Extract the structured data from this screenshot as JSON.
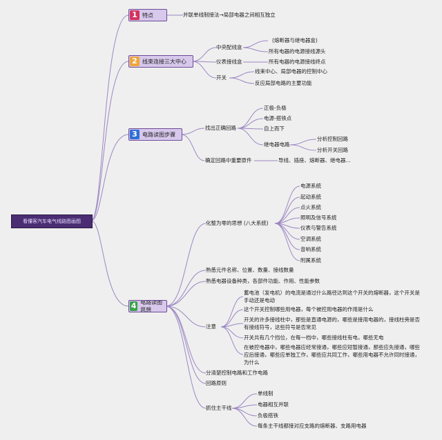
{
  "root": {
    "title": "看懂客汽车电气线路图画图"
  },
  "branches": {
    "b1": {
      "num": "1",
      "title": "特点",
      "color": "#d2335f"
    },
    "b2": {
      "num": "2",
      "title": "线束连接三大中心",
      "color": "#f0a53a"
    },
    "b3": {
      "num": "3",
      "title": "电路读图步骤",
      "color": "#2f6fd6"
    },
    "b4": {
      "num": "4",
      "title": "电路读图思想",
      "color": "#3aa24a"
    }
  },
  "nodes": {
    "n1": "并联单线制接法→局部电器之间相互独立",
    "n2": "中央配线盒",
    "n3": "(熔断器与继电器盒)",
    "n4": "所有电器的电源接线源头",
    "n5": "仪表接线盒",
    "n6": "所有电器的电源接线终点",
    "n7": "开关",
    "n8": "线束中心、局部电器的控制中心",
    "n9": "反应局部电路的主要功能",
    "n10": "找出正确回路",
    "n11": "正极-负极",
    "n12": "电源-搭铁点",
    "n13": "自上而下",
    "n14": "继电器电路",
    "n15": "分析控制回路",
    "n16": "分析开关回路",
    "n17": "确定回路中重要原件",
    "n18": "导线、插座、熔断器、继电器...",
    "n19": "化整为零的思想 (八大系统)",
    "n20": "电源系统",
    "n21": "起动系统",
    "n22": "点火系统",
    "n23": "照明及信号系统",
    "n24": "仪表与警告系统",
    "n25": "空调系统",
    "n26": "音响系统",
    "n27": "附属系统",
    "n28": "熟悉元件名称、位置、数量、接线数量",
    "n29": "熟悉电器设备种类，各部件功能、作用、性能参数",
    "n30": "注意",
    "n31": "蓄电池（发电机）的电流是通过什么路径达到这个开关的熔断器，这个开关是手动还是电动",
    "n32": "这个开关控制哪些用电器，每个被控用电器的作用是什么",
    "n33": "开关的许多接线柱中，那些是直通电源的，哪些是接用电器的，接线柱旁是否有接线符号，这些符号是否常见",
    "n34": "开关共有几个挡位，在每一档中，哪些接线柱有电，哪些无电",
    "n35": "在被控电器中，哪些电器应经常接通，哪些应短暂接通，那些应先接通，哪些应后接通，哪些应单独工作，哪些应共同工作，哪些用电器不允许同时接通，为什么",
    "n36": "分清楚控制电路和工作电路",
    "n37": "回路原则",
    "n38": "抓住主干线",
    "n39": "单线制",
    "n40": "电器相互并联",
    "n41": "负极搭铁",
    "n42": "每条主干线都接对应支路的熔断器、支路用电器"
  }
}
